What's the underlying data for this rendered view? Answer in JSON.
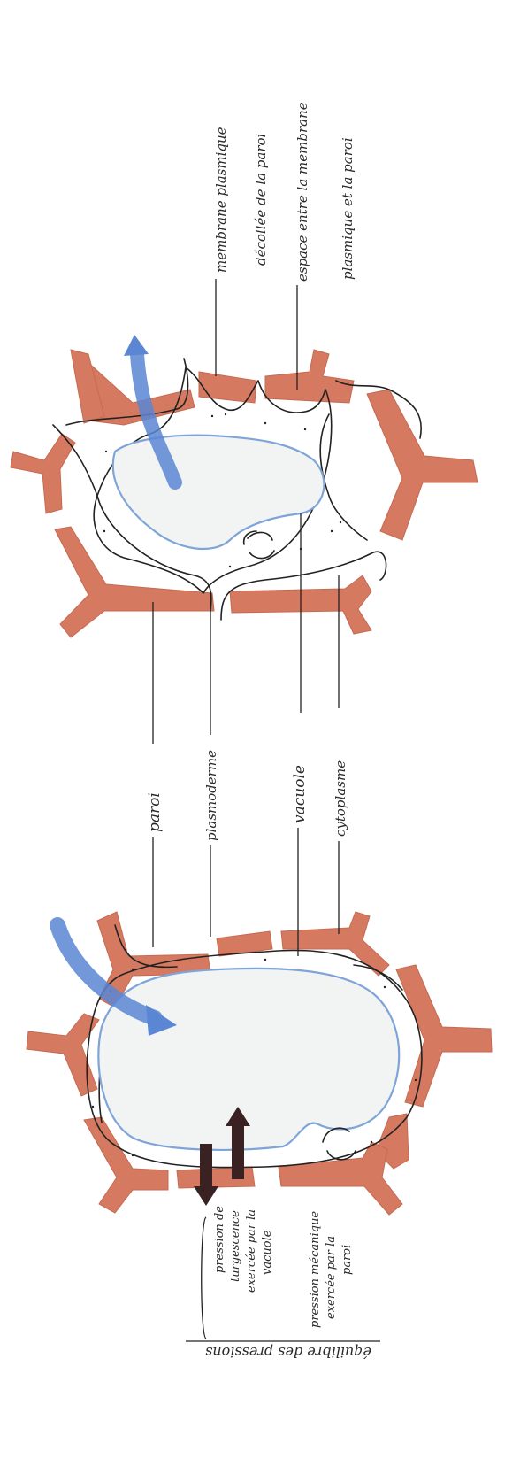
{
  "labels": {
    "membrane_detachee_1": "membrane plasmique",
    "membrane_detachee_2": "décollée de la paroi",
    "espace_1": "espace entre la membrane",
    "espace_2": "plasmique et la paroi",
    "paroi": "paroi",
    "plasmoderme": "plasmoderme",
    "vacuole": "vacuole",
    "cytoplasme": "cytoplasme",
    "pression_turgescence_1": "pression de",
    "pression_turgescence_2": "turgescence",
    "pression_turgescence_3": "exercée par la",
    "pression_turgescence_4": "vacuole",
    "pression_mecanique_1": "pression mécanique",
    "pression_mecanique_2": "exercée par la",
    "pression_mecanique_3": "paroi",
    "equilibre": "équilibre des pressions"
  },
  "colors": {
    "wall": "#d57a60",
    "vacuole_outline": "#7fa4d8",
    "water_arrow": "#5b86d3",
    "pressure_arrow": "#3a2222"
  }
}
